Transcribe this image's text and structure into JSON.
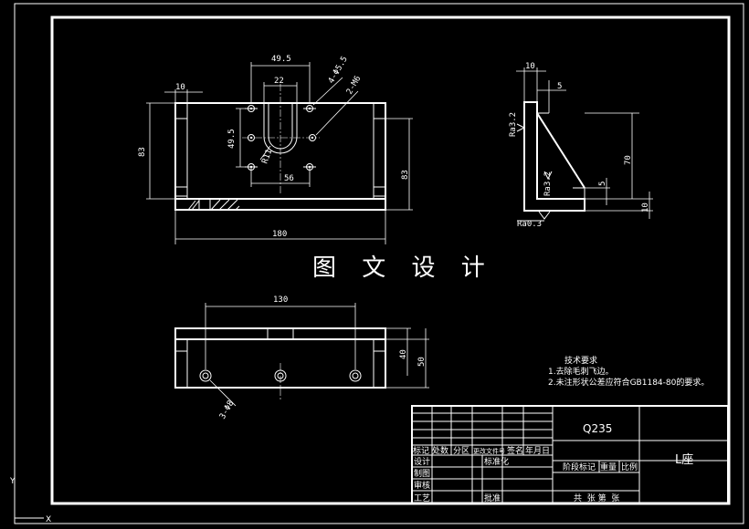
{
  "watermark": "图 文 设 计",
  "front_view": {
    "dims": {
      "d_49_5_top": "49.5",
      "d_22": "22",
      "d_10": "10",
      "holes": "4-Φ5.5",
      "thread": "2-M6",
      "d_49_5_left": "49.5",
      "d_83_left": "83",
      "d_83_right": "83",
      "d_56": "56",
      "r11": "R11",
      "d_180": "180"
    }
  },
  "side_view": {
    "dims": {
      "d_10": "10",
      "d_5_top": "5",
      "d_70": "70",
      "d_5_mid": "5",
      "d_10_right": "10",
      "ra_top": "Ra3.2",
      "ra_mid": "Ra3.2",
      "ra_bottom": "Ra0.3"
    }
  },
  "bottom_view": {
    "dims": {
      "d_130": "130",
      "d_40": "40",
      "d_50": "50",
      "holes": "3-Φ8"
    }
  },
  "tech_req": {
    "title": "技术要求",
    "line1": "1.去除毛刺飞边。",
    "line2": "2.未注形状公差应符合GB1184-80的要求。"
  },
  "title_block": {
    "material": "Q235",
    "part_name": "L座",
    "hdr_mark": "标记",
    "hdr_count": "处数",
    "hdr_zone": "分区",
    "hdr_docno": "更改文件号",
    "hdr_sign": "签名",
    "hdr_date": "年月日",
    "row_design": "设计",
    "row_standard": "标准化",
    "row_draw": "制图",
    "row_check": "审核",
    "row_process": "工艺",
    "row_approve": "批准",
    "stage_mark": "阶段标记",
    "weight": "重量",
    "scale": "比例",
    "sheets": "共  张 第  张"
  },
  "ucs": {
    "y": "Y",
    "x": "X"
  }
}
